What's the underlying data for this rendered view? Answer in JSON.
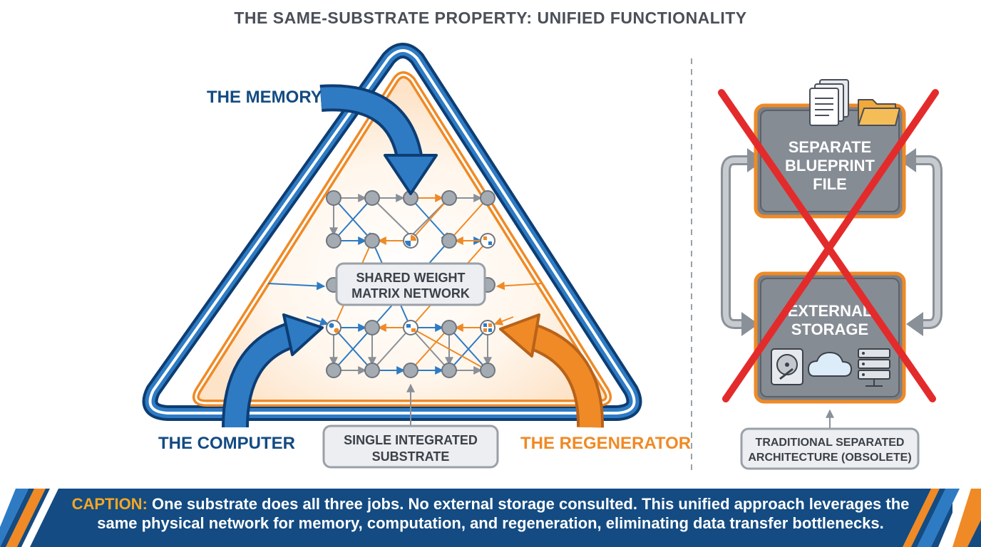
{
  "title": "THE SAME-SUBSTRATE PROPERTY: UNIFIED FUNCTIONALITY",
  "labels": {
    "memory": "THE MEMORY",
    "computer": "THE COMPUTER",
    "regenerator": "THE REGENERATOR"
  },
  "network_box": {
    "line1": "SHARED WEIGHT",
    "line2": "MATRIX NETWORK"
  },
  "substrate_box": {
    "line1": "SINGLE INTEGRATED",
    "line2": "SUBSTRATE"
  },
  "blueprint_box": {
    "line1": "SEPARATE",
    "line2": "BLUEPRINT",
    "line3": "FILE"
  },
  "storage_box": {
    "line1": "EXTERNAL",
    "line2": "STORAGE"
  },
  "traditional_box": {
    "line1": "TRADITIONAL SEPARATED",
    "line2": "ARCHITECTURE (OBSOLETE)"
  },
  "caption": {
    "label": "CAPTION:",
    "line1": "One substrate does all three jobs. No external storage consulted. This unified approach leverages the",
    "line2": "same physical network for memory, computation, and regeneration, eliminating data transfer bottlenecks."
  },
  "colors": {
    "blue": "#1f5fa8",
    "dark_blue": "#0d3d73",
    "orange": "#ef8a26",
    "gray": "#9aa0a8",
    "red": "#e32b2b",
    "caption_bg": "#134b82"
  },
  "icons": [
    "documents-icon",
    "folder-icon",
    "hard-drive-icon",
    "cloud-icon",
    "server-icon"
  ]
}
